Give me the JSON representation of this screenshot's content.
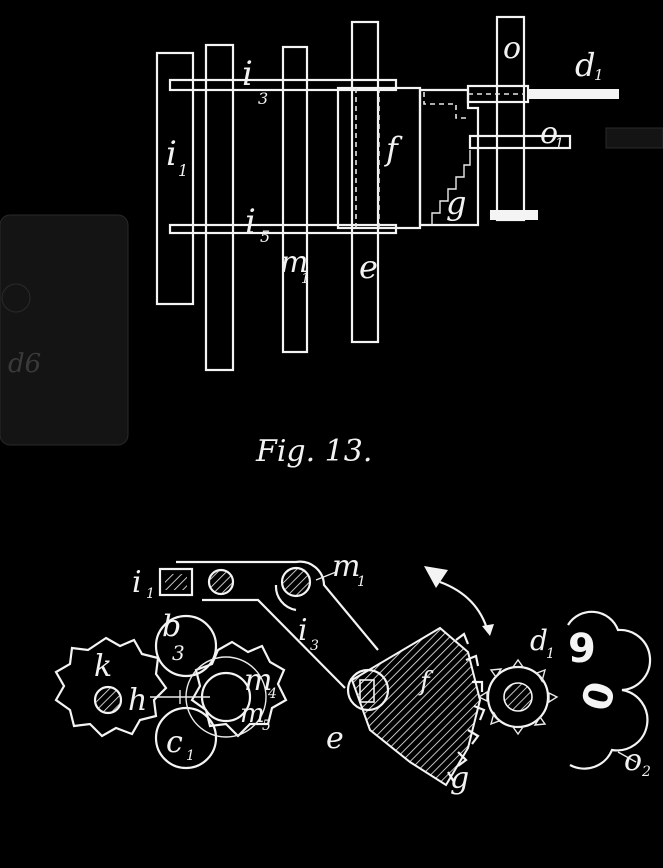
{
  "caption": "Fig. 13.",
  "labels": {
    "top": {
      "i1": "i",
      "i1_sub": "1",
      "i3": "i",
      "i3_sub": "3",
      "i5": "i",
      "i5_sub": "5",
      "m1": "m",
      "m1_sub": "1",
      "f": "f",
      "e": "e",
      "g": "g",
      "o": "o",
      "d1": "d",
      "d1_sub": "1",
      "o1": "o",
      "o1_sub": "1"
    },
    "bottom": {
      "i1": "i",
      "i1_sub": "1",
      "m1": "m",
      "m1_sub": "1",
      "i3": "i",
      "i3_sub": "3",
      "k": "k",
      "h": "h",
      "b3": "b",
      "b3_sub": "3",
      "m4": "m",
      "m4_sub": "4",
      "m5": "m",
      "m5_sub": "5",
      "c1": "c",
      "c1_sub": "1",
      "e": "e",
      "f": "f",
      "g": "g",
      "d1": "d",
      "d1_sub": "1",
      "digit9": "9",
      "digit0": "0",
      "o2": "o",
      "o2_sub": "2"
    },
    "ghost_left": "d6"
  },
  "colors": {
    "ink": "#f4f4f4",
    "background": "#000000"
  }
}
